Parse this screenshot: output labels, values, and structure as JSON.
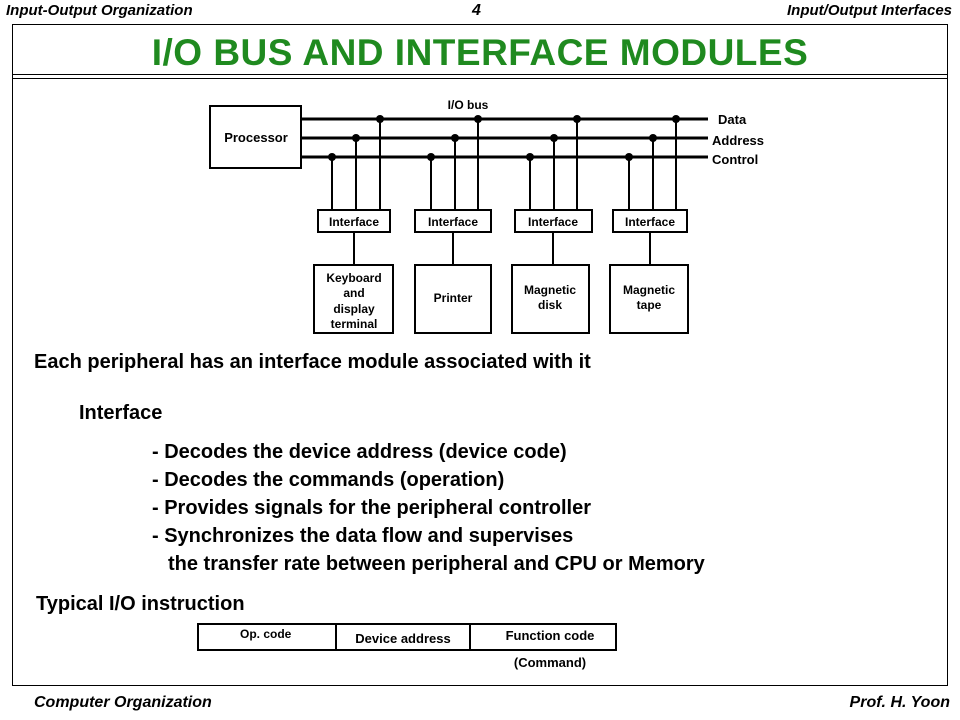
{
  "header": {
    "left": "Input-Output Organization",
    "page_number": "4",
    "right": "Input/Output Interfaces"
  },
  "title": "I/O  BUS  AND  INTERFACE  MODULES",
  "diagram": {
    "processor_label": "Processor",
    "bus_label": "I/O bus",
    "lines": [
      "Data",
      "Address",
      "Control"
    ],
    "interface_label": "Interface",
    "devices": [
      [
        "Keyboard",
        "and",
        "display",
        "terminal"
      ],
      [
        "Printer"
      ],
      [
        "Magnetic",
        "disk"
      ],
      [
        "Magnetic",
        "tape"
      ]
    ]
  },
  "intro": "Each peripheral has an interface module associated with it",
  "interface_heading": "Interface",
  "bullets": [
    "- Decodes the device address (device code)",
    "- Decodes the commands (operation)",
    "- Provides signals for the peripheral controller",
    "- Synchronizes the data flow and supervises",
    "the transfer rate between peripheral and CPU or Memory"
  ],
  "instruction": {
    "heading": "Typical I/O instruction",
    "fields": [
      "Op. code",
      "Device address",
      "Function code"
    ],
    "note": "(Command)"
  },
  "footer": {
    "left": "Computer Organization",
    "right": "Prof.  H. Yoon"
  }
}
